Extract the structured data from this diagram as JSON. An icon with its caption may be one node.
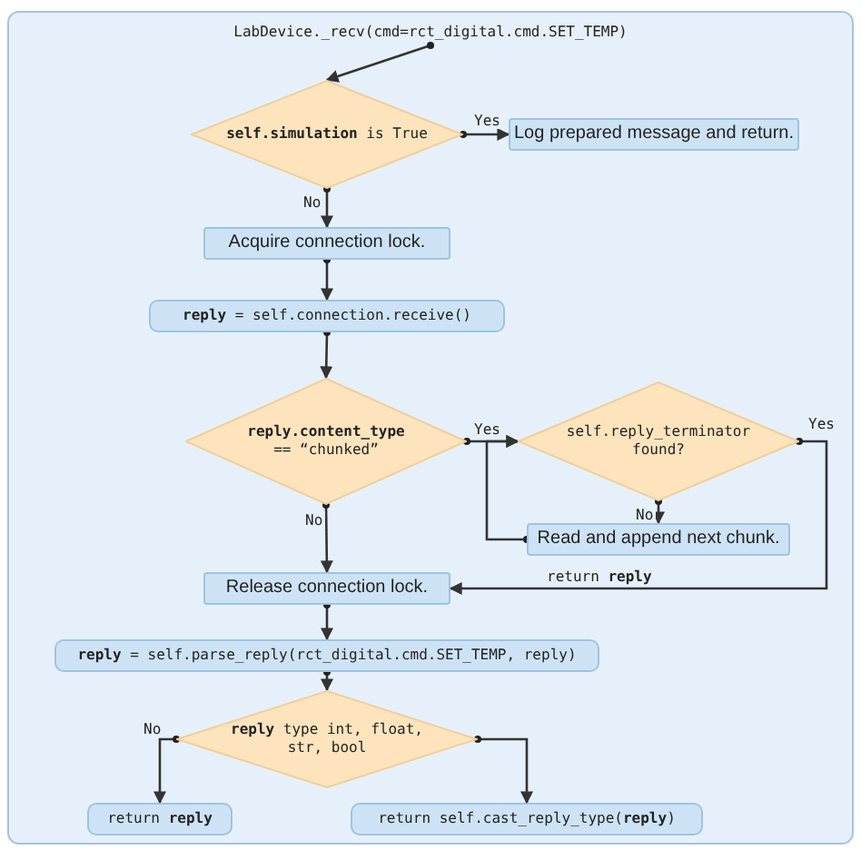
{
  "diagram": {
    "nodes": [
      {
        "text": [
          "LabDevice._recv(cmd=rct_digital.cmd.SET_TEMP)"
        ]
      },
      {
        "text": [
          "**self.simulation** is True"
        ]
      },
      {
        "text": [
          "Log prepared message and return."
        ]
      },
      {
        "text": [
          "Acquire connection lock."
        ]
      },
      {
        "text": [
          "**reply** = self.connection.receive()"
        ]
      },
      {
        "text": [
          "**reply.content_type** == “chunked”"
        ]
      },
      {
        "text": [
          "self.reply_terminator found?"
        ]
      },
      {
        "text": [
          "Read and append next chunk."
        ]
      },
      {
        "text": [
          "Release connection lock."
        ]
      },
      {
        "text": [
          "**reply** = self.parse_reply(rct_digital.cmd.SET_TEMP, reply)"
        ]
      },
      {
        "text": [
          "**reply** type int, float, str, bool"
        ]
      },
      {
        "text": [
          "return **reply**"
        ]
      },
      {
        "text": [
          "return self.cast_reply_type(**reply**)"
        ]
      }
    ],
    "edges": [
      {
        "from": 0,
        "to": 1,
        "arrow": "to"
      },
      {
        "from": 1,
        "to": 2,
        "arrow": "to",
        "label": "Yes"
      },
      {
        "from": 1,
        "to": 3,
        "arrow": "to",
        "label": "No"
      },
      {
        "from": 3,
        "to": 4,
        "arrow": "to"
      },
      {
        "from": 4,
        "to": 5,
        "arrow": "to"
      },
      {
        "from": 5,
        "to": 6,
        "arrow": "to",
        "label": "Yes"
      },
      {
        "from": 6,
        "to": 7,
        "arrow": "to",
        "label": "No"
      },
      {
        "from": 7,
        "to": 6,
        "arrow": "to"
      },
      {
        "from": 6,
        "to": 8,
        "arrow": "to",
        "label": "Yes"
      },
      {
        "from": 5,
        "to": 8,
        "arrow": "to",
        "label": "No"
      },
      {
        "from": 8,
        "to": 9,
        "arrow": "to"
      },
      {
        "from": 9,
        "to": 10,
        "arrow": "to"
      },
      {
        "from": 10,
        "to": 11,
        "arrow": "to",
        "label": "No"
      },
      {
        "from": 10,
        "to": 12,
        "arrow": "to"
      }
    ],
    "labels": [
      "return **reply**"
    ]
  }
}
